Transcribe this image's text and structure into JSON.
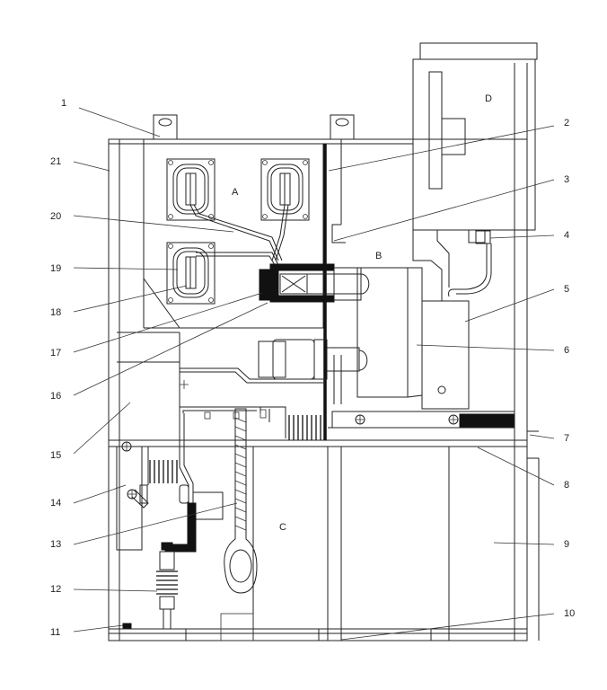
{
  "callouts": [
    "1",
    "2",
    "3",
    "4",
    "5",
    "6",
    "7",
    "8",
    "9",
    "10",
    "11",
    "12",
    "13",
    "14",
    "15",
    "16",
    "17",
    "18",
    "19",
    "20",
    "21"
  ],
  "zones": {
    "a": "A",
    "b": "B",
    "c": "C",
    "d": "D"
  }
}
